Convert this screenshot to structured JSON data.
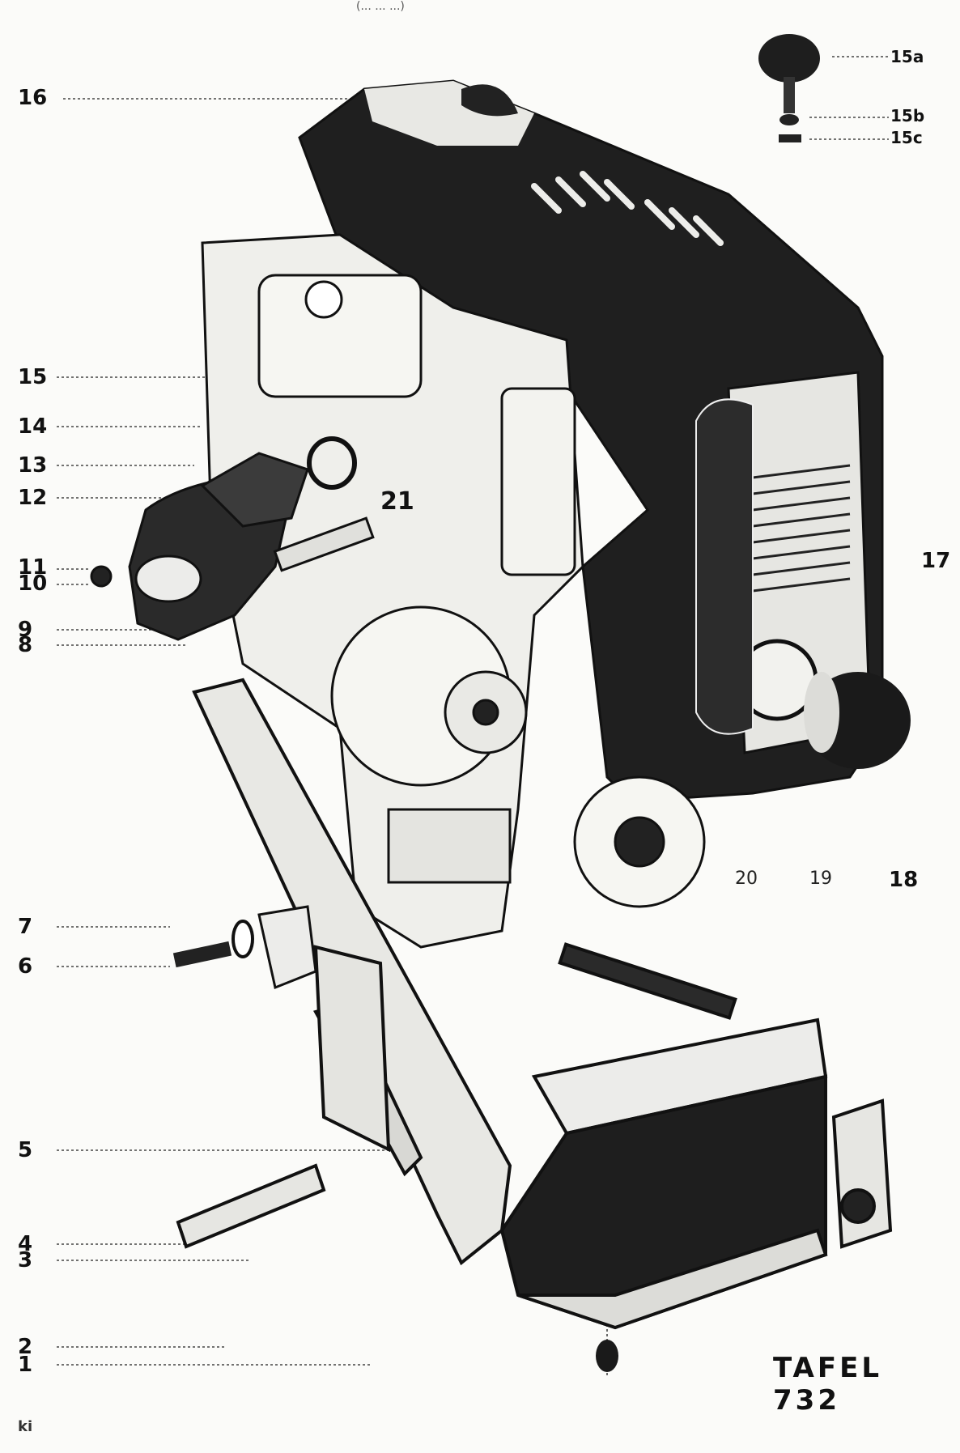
{
  "header": {
    "text": "(... ... ...)"
  },
  "plate": {
    "title": "TAFEL 732"
  },
  "corner_mark": "ki",
  "callouts": [
    {
      "id": "1",
      "label": "1"
    },
    {
      "id": "2",
      "label": "2"
    },
    {
      "id": "3",
      "label": "3"
    },
    {
      "id": "4",
      "label": "4"
    },
    {
      "id": "5",
      "label": "5"
    },
    {
      "id": "6",
      "label": "6"
    },
    {
      "id": "7",
      "label": "7"
    },
    {
      "id": "8",
      "label": "8"
    },
    {
      "id": "9",
      "label": "9"
    },
    {
      "id": "10",
      "label": "10"
    },
    {
      "id": "11",
      "label": "11"
    },
    {
      "id": "12",
      "label": "12"
    },
    {
      "id": "13",
      "label": "13"
    },
    {
      "id": "14",
      "label": "14"
    },
    {
      "id": "15",
      "label": "15"
    },
    {
      "id": "15a",
      "label": "15a"
    },
    {
      "id": "15b",
      "label": "15b"
    },
    {
      "id": "15c",
      "label": "15c"
    },
    {
      "id": "16",
      "label": "16"
    },
    {
      "id": "17",
      "label": "17"
    },
    {
      "id": "18",
      "label": "18"
    },
    {
      "id": "19",
      "label": "19"
    },
    {
      "id": "20",
      "label": "20"
    },
    {
      "id": "21",
      "label": "21"
    }
  ],
  "colors": {
    "ink": "#111111",
    "paper": "#fbfbf9",
    "shade": "#2a2a2a"
  }
}
